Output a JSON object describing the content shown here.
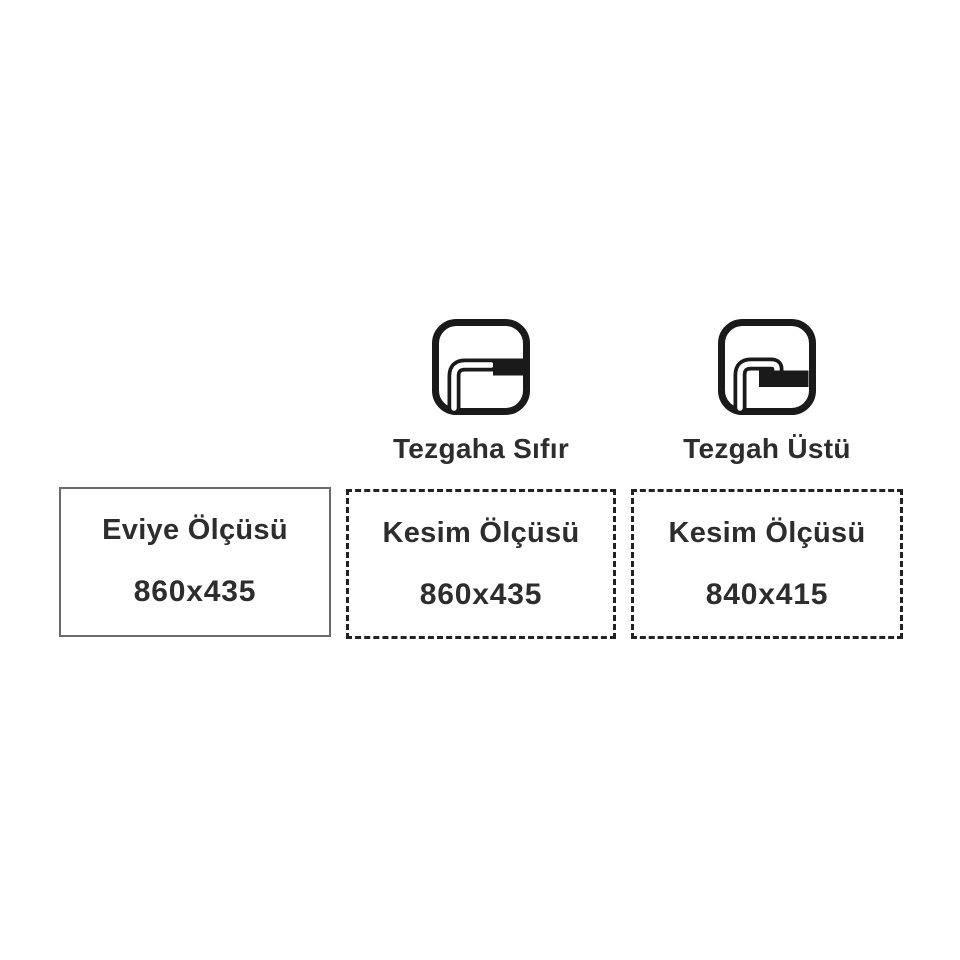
{
  "diagram": {
    "background_color": "#ffffff",
    "text_color": "#2d2d2d",
    "icon_color": "#1a1a1a",
    "solid_border_color": "#6b6b6b",
    "dashed_border_color": "#222222"
  },
  "columns": [
    {
      "name": "sink-size",
      "box_title": "Eviye Ölçüsü",
      "box_value": "860x435",
      "box_border": "solid"
    },
    {
      "name": "flush-mount",
      "icon": "flush-mount-sink-icon",
      "label": "Tezgaha Sıfır",
      "box_title": "Kesim Ölçüsü",
      "box_value": "860x435",
      "box_border": "dashed"
    },
    {
      "name": "top-mount",
      "icon": "overmount-sink-icon",
      "label": "Tezgah Üstü",
      "box_title": "Kesim Ölçüsü",
      "box_value": "840x415",
      "box_border": "dashed"
    }
  ]
}
